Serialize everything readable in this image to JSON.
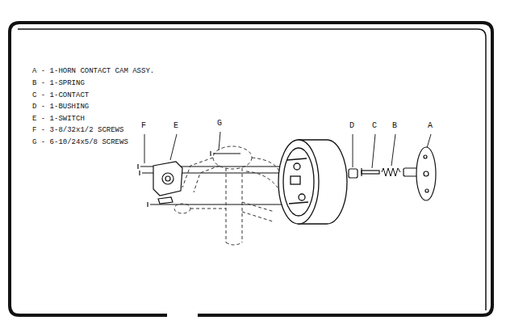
{
  "diagram": {
    "labels": [
      "A - 1-HORN CONTACT CAM ASSY.",
      "B - 1-SPRING",
      "C - 1-CONTACT",
      "D - 1-BUSHING",
      "E - 1-SWITCH",
      "F - 3-8/32x1/2 SCREWS",
      "G - 6-10/24x5/8 SCREWS",
      "F",
      "E",
      "G",
      "D",
      "C",
      "B",
      "A"
    ]
  }
}
